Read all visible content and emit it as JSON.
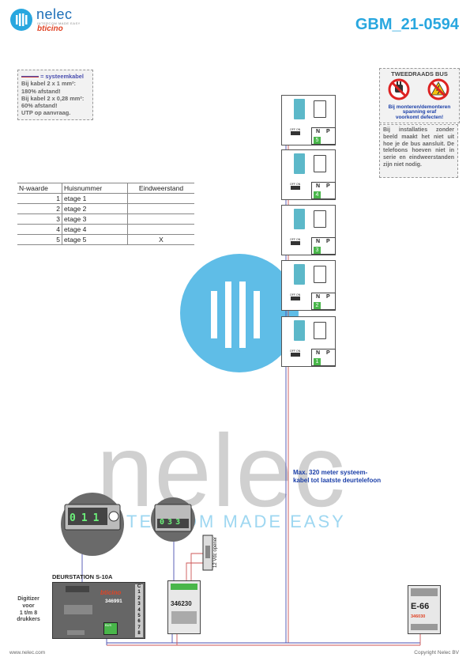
{
  "header": {
    "logo_name": "nelec",
    "logo_tagline": "INTERCOM MADE EASY",
    "logo_brand": "bticino",
    "doc_code": "GBM_21-0594"
  },
  "cable_note": {
    "title": "= systeemkabel",
    "lines": [
      "Bij kabel 2 x 1 mm²:",
      "180% afstand!",
      "Bij kabel 2 x 0,28 mm²:",
      "60% afstand!",
      "UTP op aanvraag."
    ]
  },
  "bus_note": {
    "title": "TWEEDRAADS BUS",
    "warning": [
      "Bij monteren/demonteren",
      "spanning eraf",
      "voorkomt defecten!"
    ]
  },
  "info_note": "Bij installaties zonder beeld maakt het niet uit hoe je de bus aansluit. De telefoons hoeven niet in serie en eindweerstanden zijn niet nodig.",
  "table": {
    "headers": [
      "N-waarde",
      "Huisnummer",
      "Eindweerstand"
    ],
    "rows": [
      [
        "1",
        "etage 1",
        ""
      ],
      [
        "2",
        "etage 2",
        ""
      ],
      [
        "3",
        "etage 3",
        ""
      ],
      [
        "4",
        "etage 4",
        ""
      ],
      [
        "5",
        "etage 5",
        "X"
      ]
    ]
  },
  "phones": {
    "onoff": "OFF ON",
    "n_label": "N",
    "p_label": "P",
    "numbers": [
      "5",
      "4",
      "3",
      "2",
      "1"
    ]
  },
  "door_station": {
    "label": "DEURSTATION S-10A",
    "brand": "bticino",
    "model": "346991",
    "bus_label": "BUS",
    "terminals": [
      "C",
      "1",
      "2",
      "3",
      "4",
      "5",
      "6",
      "7",
      "8"
    ]
  },
  "digitizer": [
    "Digitizer",
    "voor",
    "1 t/m 8",
    "drukkers"
  ],
  "zoom_left_digits": [
    "0",
    "1",
    "1"
  ],
  "zoom_right_digits": [
    "0",
    "3",
    "3"
  ],
  "relay": {
    "model": "346230",
    "label": "12 Vdc opener"
  },
  "power": {
    "model": "E-66",
    "sub": "346030"
  },
  "max_note": [
    "Max. 320 meter systeem-",
    "kabel tot laatste deurtelefoon"
  ],
  "watermark": {
    "word": "nelec",
    "tagline": "INTERCOM MADE EASY"
  },
  "footer": {
    "left": "www.nelec.com",
    "right": "Copyright Nelec BV"
  },
  "colors": {
    "accent": "#29a7df",
    "brand_red": "#e04426",
    "terminal_green": "#49b64a",
    "bus_wire": "#4a4fb0"
  }
}
